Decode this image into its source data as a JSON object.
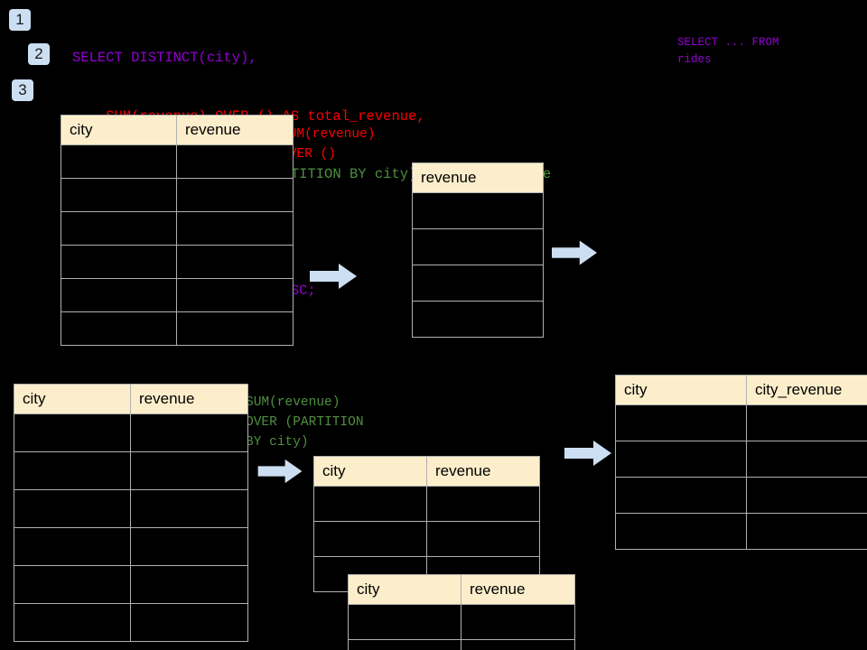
{
  "palette": {
    "background": "#000000",
    "badge_bg": "#ccdff2",
    "badge_text": "#1a1a1a",
    "table_header_bg": "#fceecb",
    "table_border": "#b0b0b0",
    "arrow_fill": "#ccdff2",
    "sql_purple": "#9400d3",
    "sql_red": "#ff0000",
    "sql_green": "#4f8f3f"
  },
  "badges": [
    {
      "label": "1"
    },
    {
      "label": "2"
    },
    {
      "label": "3"
    }
  ],
  "sql": {
    "lines": [
      {
        "text": "SELECT DISTINCT(city),",
        "color": "purple"
      },
      {
        "text": "    SUM(revenue) OVER () AS total_revenue,",
        "color": "red"
      },
      {
        "text": "    SUM(revenue) OVER (PARTITION BY city) as city_revenue",
        "color": "green"
      },
      {
        "text": "  FROM rides",
        "color": "purple"
      },
      {
        "text": "  ORDER by city_revenue DESC;",
        "color": "purple"
      }
    ]
  },
  "annotations": {
    "select_from_rides": "SELECT ... FROM\nrides",
    "sum_over_empty": "SUM(revenue)\nOVER ()",
    "sum_over_partition": "SUM(revenue)\nOVER (PARTITION\nBY city)"
  },
  "tables": {
    "source_top": {
      "name": "rides-source-table-top",
      "columns": [
        "city",
        "revenue"
      ],
      "rows": [
        [
          "",
          ""
        ],
        [
          "",
          ""
        ],
        [
          "",
          ""
        ],
        [
          "",
          ""
        ],
        [
          "",
          ""
        ],
        [
          "",
          ""
        ]
      ]
    },
    "total_revenue": {
      "name": "total-revenue-table",
      "columns": [
        "revenue"
      ],
      "rows": [
        [
          ""
        ],
        [
          ""
        ],
        [
          ""
        ],
        [
          ""
        ]
      ]
    },
    "source_bottom": {
      "name": "rides-source-table-bottom",
      "columns": [
        "city",
        "revenue"
      ],
      "rows": [
        [
          "",
          ""
        ],
        [
          "",
          ""
        ],
        [
          "",
          ""
        ],
        [
          "",
          ""
        ],
        [
          "",
          ""
        ],
        [
          "",
          ""
        ]
      ]
    },
    "partition_back": {
      "name": "partition-group-table-back",
      "columns": [
        "city",
        "revenue"
      ],
      "rows": [
        [
          "",
          ""
        ],
        [
          "",
          ""
        ],
        [
          "",
          ""
        ]
      ]
    },
    "partition_front": {
      "name": "partition-group-table-front",
      "columns": [
        "city",
        "revenue"
      ],
      "rows": [
        [
          "",
          ""
        ],
        [
          "",
          ""
        ]
      ]
    },
    "result": {
      "name": "final-result-table",
      "columns": [
        "city",
        "city_revenue"
      ],
      "rows": [
        [
          "",
          ""
        ],
        [
          "",
          ""
        ],
        [
          "",
          ""
        ],
        [
          "",
          ""
        ]
      ]
    }
  },
  "arrows": [
    {
      "name": "arrow-source-to-total-revenue"
    },
    {
      "name": "arrow-total-revenue-to-result"
    },
    {
      "name": "arrow-source-to-partition"
    },
    {
      "name": "arrow-partition-to-result"
    }
  ]
}
